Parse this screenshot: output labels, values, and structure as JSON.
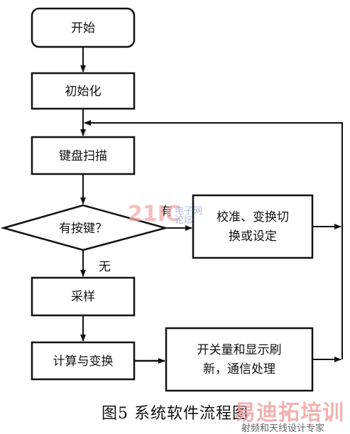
{
  "nodes": {
    "start": "开始",
    "init": "初始化",
    "scan": "键盘扫描",
    "decision": "有按键？",
    "calibrate_line1": "校准、变换切",
    "calibrate_line2": "换或设定",
    "sample": "采样",
    "compute": "计算与变换",
    "output_line1": "开关量和显示刷",
    "output_line2": "新，通信处理"
  },
  "edges": {
    "yes_label": "有",
    "no_label": "无"
  },
  "caption": "图5 系统软件流程图",
  "watermarks": {
    "site_logo": "21IC",
    "site_sub_line1": "电子网",
    "site_sub_line2": "论坛",
    "school_logo": "易迪拓培训",
    "school_tagline": "射频和天线设计专家"
  }
}
